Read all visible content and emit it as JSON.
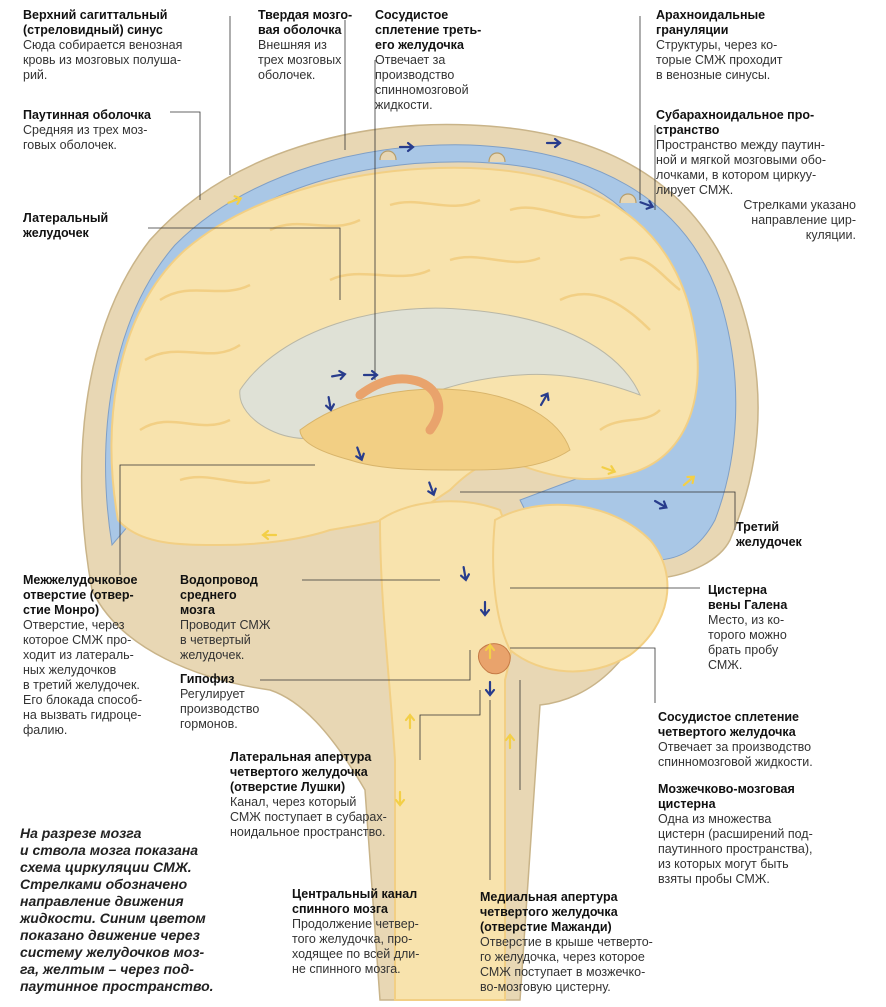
{
  "colors": {
    "dura": "#e8d7b4",
    "subarachnoid": "#a9c7e6",
    "brain": "#f8e3ad",
    "brain_shade": "#f2cf84",
    "ventricle": "#dfe1d6",
    "choroid": "#e9a36c",
    "blue_arrow": "#283c8c",
    "yellow_arrow": "#f3cf47",
    "leader": "#333333"
  },
  "labels": {
    "sagittal_sinus": {
      "title": "Верхний сагиттальный\n(стреловидный) синус",
      "desc": "Сюда собирается венозная\nкровь из мозговых полуша-\nрий."
    },
    "dura_mater": {
      "title": "Твердая мозго-\nвая оболочка",
      "desc": "Внешняя из\nтрех мозговых\nоболочек."
    },
    "choroid_third": {
      "title": "Сосудистое\nсплетение треть-\nего желудочка",
      "desc": "Отвечает за\nпроизводство\nспинномозговой\nжидкости."
    },
    "arachnoid_granulations": {
      "title": "Арахноидальные\nгрануляции",
      "desc": "Структуры, через ко-\nторые СМЖ проходит\nв венозные синусы."
    },
    "arachnoid_mater": {
      "title": "Паутинная оболочка",
      "desc": "Средняя из трех моз-\nговых оболочек."
    },
    "subarachnoid_space": {
      "title": "Субарахноидальное про-\nстранство",
      "desc": "Пространство между паутин-\nной и мягкой мозговыми обо-\nлочками, в котором циркуу-\nлирует СМЖ.",
      "note": "Стрелками указано\nнаправление цир-\nкуляции."
    },
    "lateral_ventricle": {
      "title": "Латеральный\nжелудочек",
      "desc": ""
    },
    "third_ventricle": {
      "title": "Третий\nжелудочек",
      "desc": ""
    },
    "monro": {
      "title": "Межжелудочковое\nотверстие (отвер-\nстие Монро)",
      "desc": "Отверстие, через\nкоторое СМЖ про-\nходит из латераль-\nных желудочков\nв третий желудочек.\nЕго блокада способ-\nна вызвать гидроце-\nфалию."
    },
    "aqueduct": {
      "title": "Водопровод\nсреднего\nмозга",
      "desc": "Проводит СМЖ\nв четвертый\nжелудочек."
    },
    "galen_cistern": {
      "title": "Цистерна\nвены Галена",
      "desc": "Место, из ко-\nторого можно\nбрать пробу\nСМЖ."
    },
    "pituitary": {
      "title": "Гипофиз",
      "desc": "Регулирует\nпроизводство\nгормонов."
    },
    "choroid_fourth": {
      "title": "Сосудистое сплетение\nчетвертого желудочка",
      "desc": "Отвечает за производство\nспинномозговой жидкости."
    },
    "luschka": {
      "title": "Латеральная апертура\nчетвертого желудочка\n(отверстие Лушки)",
      "desc": "Канал, через который\nСМЖ поступает в субарах-\nноидальное пространство."
    },
    "cisterna_magna": {
      "title": "Мозжечково-мозговая\nцистерна",
      "desc": "Одна из множества\nцистерн (расширений под-\nпаутинного пространства),\nиз которых могут быть\nвзяты пробы СМЖ."
    },
    "central_canal": {
      "title": "Центральный канал\nспинного мозга",
      "desc": "Продолжение четвер-\nтого желудочка, про-\nходящее по всей дли-\nне спинного мозга."
    },
    "magendie": {
      "title": "Медиальная апертура\nчетвертого желудочка\n(отверстие Мажанди)",
      "desc": "Отверстие в крыше четверто-\nго желудочка, через которое\nСМЖ поступает в мозжечко-\nво-мозговую цистерну."
    }
  },
  "caption": "На разрезе мозга\nи ствола мозга показана\nсхема циркуляции СМЖ.\nСтрелками обозначено\nнаправление движения\nжидкости. Синим цветом\nпоказано движение через\nсистему желудочков моз-\nга, желтым – через под-\nпаутинное пространство."
}
